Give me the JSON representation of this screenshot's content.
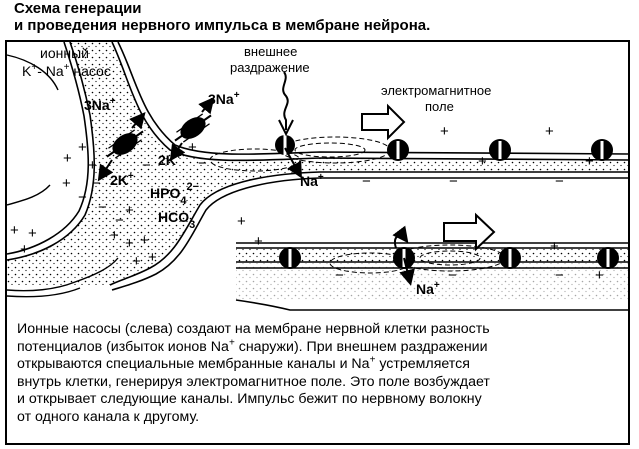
{
  "title": {
    "line1": "Схема генерации",
    "line2": "и проведения нервного импульса в мембране нейрона."
  },
  "labels": {
    "ion_pump_1": "ионный",
    "ion_pump_2_prefix": "K",
    "ion_pump_2_mid": "- Na",
    "ion_pump_2_suffix": " насос",
    "plus": "+",
    "external_1": "внешнее",
    "external_2": "раздражение",
    "em_field_1": "электромагнитное",
    "em_field_2": "поле",
    "na3_left": "3Na",
    "na3_right": "3Na",
    "k2_upper": "2K",
    "k2_lower": "2K",
    "hpo_main": "HPO",
    "hpo_sub": "4",
    "hpo_sup": "2−",
    "hco_main": "HCO",
    "hco_sub": "3",
    "na_top": "Na",
    "na_bottom": "Na"
  },
  "caption": {
    "line1": "Ионные насосы (слева) создают на мембране нервной клетки разность",
    "line2_a": "потенциалов (избыток ионов Na",
    "line2_b": " снаружи). При внешнем раздражении",
    "line3_a": "открываются специальные мембранные каналы и Na",
    "line3_b": " устремляется",
    "line4": "внутрь клетки, генерируя электромагнитное поле. Это поле возбуждает",
    "line5": "и открывает следующие каналы. Импульс бежит по нервному волокну",
    "line6": "от одного канала к другому."
  }
}
